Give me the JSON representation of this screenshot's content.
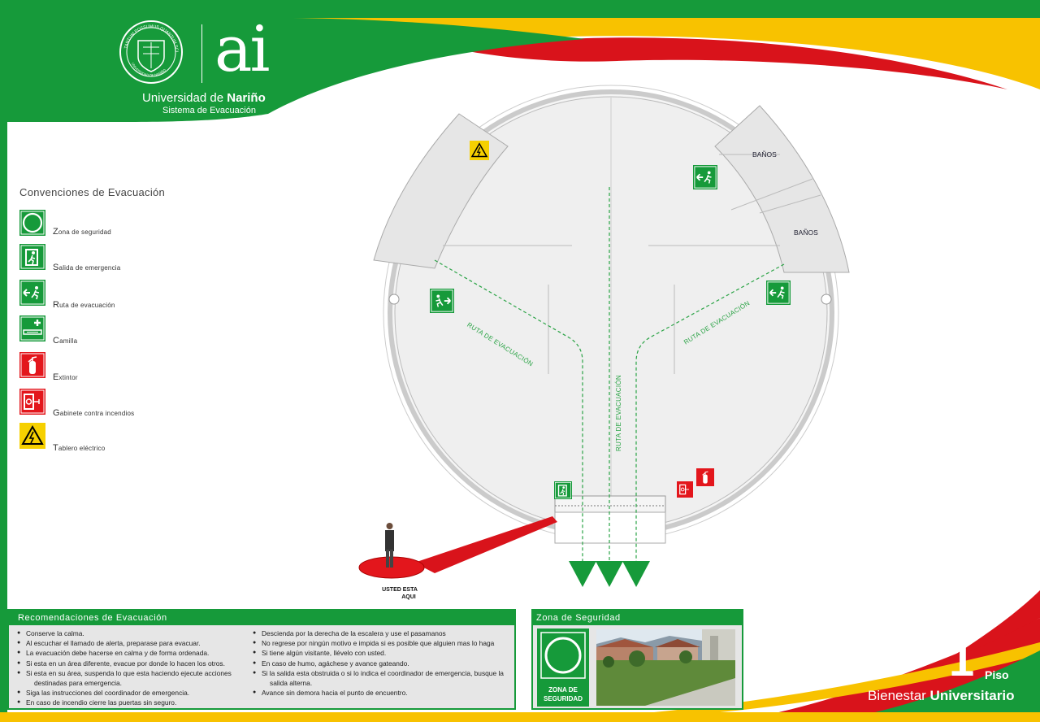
{
  "header": {
    "university_prefix": "Universidad de ",
    "university_name": "Nariño",
    "system": "Sistema de Evacuación",
    "logo_text": "ai",
    "seal_text_top": "TANTUM POSSUMUS QUANTUM SCIMUS",
    "seal_text_bottom": "UNIVERSIDAD DE NARIÑO"
  },
  "legend": {
    "title": "Convenciones  de Evacuación",
    "items": [
      {
        "label": "Zona de seguridad",
        "icon": "safety-zone-icon",
        "color": "#169a3a"
      },
      {
        "label": "Salida de emergencia",
        "icon": "emergency-exit-icon",
        "color": "#169a3a"
      },
      {
        "label": "Ruta de evacuación",
        "icon": "evacuation-route-icon",
        "color": "#169a3a"
      },
      {
        "label": "Camilla",
        "icon": "stretcher-icon",
        "color": "#169a3a"
      },
      {
        "label": "Extintor",
        "icon": "extinguisher-icon",
        "color": "#e3161c"
      },
      {
        "label": "Gabinete contra incendios",
        "icon": "fire-cabinet-icon",
        "color": "#e3161c"
      },
      {
        "label": "Tablero eléctrico",
        "icon": "electrical-panel-icon",
        "color": "#f6d000"
      }
    ]
  },
  "plan": {
    "rooms": [
      "BAÑOS",
      "BAÑOS"
    ],
    "route_label": "RUTA DE EVACUACIÓN",
    "you_are_here": [
      "USTED ESTA",
      "AQUI"
    ]
  },
  "recommendations": {
    "title": "Recomendaciones  de  Evacuación",
    "left": [
      "Conserve la calma.",
      "Al escuchar el llamado de alerta, preparase para evacuar.",
      "La evacuación debe hacerse en calma y de forma ordenada.",
      "Si esta en un área diferente, evacue por donde lo hacen los otros.",
      "Si esta en su área, suspenda lo que esta haciendo ejecute acciones",
      "destinadas para emergencia.",
      "Siga las instrucciones del coordinador de emergencia.",
      "En caso de incendio cierre las puertas sin seguro."
    ],
    "right": [
      "Descienda por la derecha de la escalera y use el pasamanos",
      "No regrese por ningún motivo e impida si es posible que alguien mas  lo haga",
      "Si tiene algún visitante, llévelo con usted.",
      "En caso de humo, agáchese y avance gateando.",
      "Si la salida esta obstruida o si lo indica el coordinador de emergencia, busque la",
      "salida alterna.",
      "Avance sin demora hacia el punto de encuentro."
    ]
  },
  "safety_zone": {
    "title": "Zona de Seguridad",
    "sign_label": [
      "ZONA DE",
      "SEGURIDAD"
    ]
  },
  "floor": {
    "number": "1",
    "word": "Piso",
    "building_prefix": "Bienestar ",
    "building_name": "Universitario"
  },
  "colors": {
    "green": "#169a3a",
    "yellow": "#f8c200",
    "red": "#d9131b",
    "route": "#2aa345"
  }
}
